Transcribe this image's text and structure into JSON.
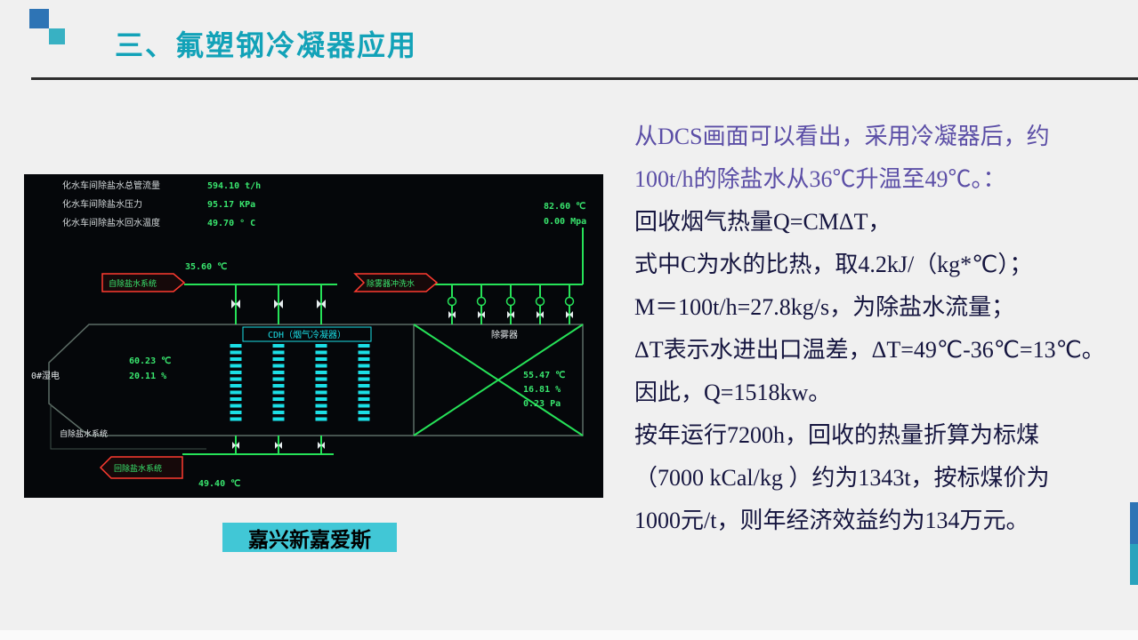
{
  "slide": {
    "title": "三、氟塑钢冷凝器应用",
    "caption": "嘉兴新嘉爱斯"
  },
  "analysis": {
    "lines": [
      "从DCS画面可以看出，采用冷凝器后，约",
      "100t/h的除盐水从36℃升温至49℃。：",
      "回收烟气热量Q=CMΔT，",
      "式中C为水的比热，取4.2kJ/（kg*℃）；",
      "M＝100t/h=27.8kg/s，为除盐水流量；",
      "ΔT表示水进出口温差，ΔT=49℃-36℃=13℃。",
      "因此，Q=1518kw。",
      "按年运行7200h，回收的热量折算为标煤",
      "（7000 kCal/kg ）约为1343t，按标煤价为",
      "1000元/t，则年经济效益约为134万元。"
    ]
  },
  "dcs": {
    "header_rows": [
      {
        "label": "化水车间除盐水总管流量",
        "value": "594.10 t/h"
      },
      {
        "label": "化水车间除盐水压力",
        "value": "95.17 KPa"
      },
      {
        "label": "化水车间除盐水回水温度",
        "value": "49.70 ° C"
      }
    ],
    "top_right": {
      "temp": "82.60 ℃",
      "pressure": "0.00 Mpa"
    },
    "inlet": {
      "temp": "35.60 ℃",
      "arrow": "自除盐水系统"
    },
    "wash_label": "除雾器冲洗水",
    "condenser_label": "CDH（烟气冷凝器）",
    "demister_label": "除雾器",
    "esp_label": "0#湿电",
    "duct_label": "自除盐水系统",
    "left_values": {
      "temp": "60.23 ℃",
      "humidity": "20.11 %"
    },
    "right_values": {
      "temp": "55.47 ℃",
      "humidity": "16.81 %",
      "pressure": "0.23 Pa"
    },
    "outlet": {
      "arrow": "回除盐水系统",
      "temp": "49.40 ℃"
    }
  }
}
